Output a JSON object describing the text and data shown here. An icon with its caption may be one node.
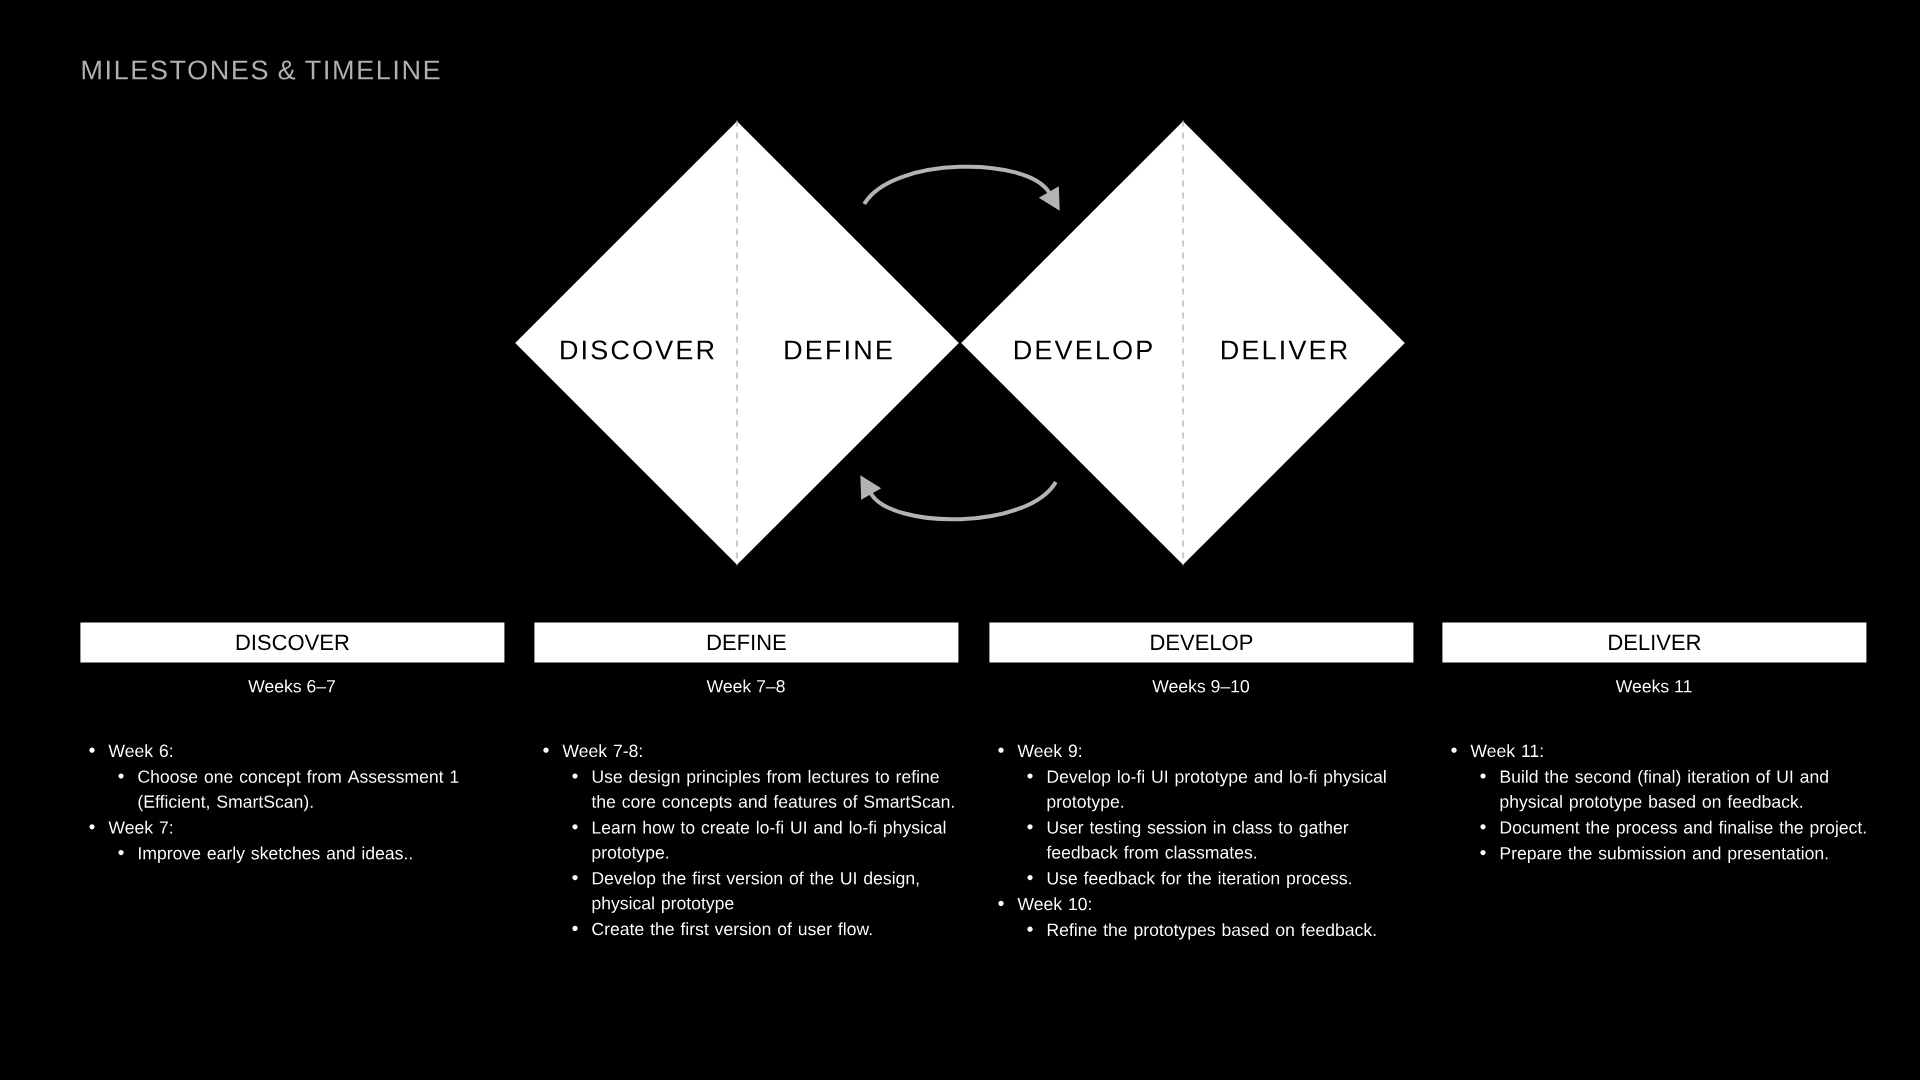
{
  "diagram": {
    "title": "MILESTONES & TIMELINE",
    "nodes": [
      {
        "text": [
          "DISCOVER",
          "DEFINE"
        ]
      },
      {
        "text": [
          "DEVELOP",
          "DELIVER"
        ]
      },
      {
        "text": [
          "DISCOVER"
        ],
        "beside": [
          "Weeks 6–7"
        ]
      },
      {
        "text": [
          "DEFINE"
        ],
        "beside": [
          "Week 7–8"
        ]
      },
      {
        "text": [
          "DEVELOP"
        ],
        "beside": [
          "Weeks 9–10"
        ]
      },
      {
        "text": [
          "DELIVER"
        ],
        "beside": [
          "Weeks 11"
        ]
      }
    ],
    "edges": [
      {
        "from": 0,
        "to": 1,
        "arrow": "to"
      },
      {
        "from": 1,
        "to": 0,
        "arrow": "to"
      }
    ],
    "labels": [
      "Week 6:",
      "Choose one concept from Assessment 1 (Efficient, SmartScan).",
      "Week 7:",
      "Improve early sketches and ideas..",
      "Week 7-8:",
      "Use design principles from lectures to refine the core concepts and features of SmartScan.",
      "Learn how to create lo-fi UI and lo-fi physical prototype.",
      "Develop the first version of the UI design, physical prototype",
      "Create the first version of user flow.",
      "Week 9:",
      "Develop lo-fi UI prototype and lo-fi physical prototype.",
      "User testing session in class to gather feedback from classmates.",
      "Use feedback for the iteration process.",
      "Week 10:",
      "Refine the prototypes based on feedback.",
      "Week 11:",
      "Build the second (final) iteration of UI and physical prototype based on feedback.",
      "Document the process and finalise the project.",
      "Prepare the submission and presentation."
    ]
  }
}
